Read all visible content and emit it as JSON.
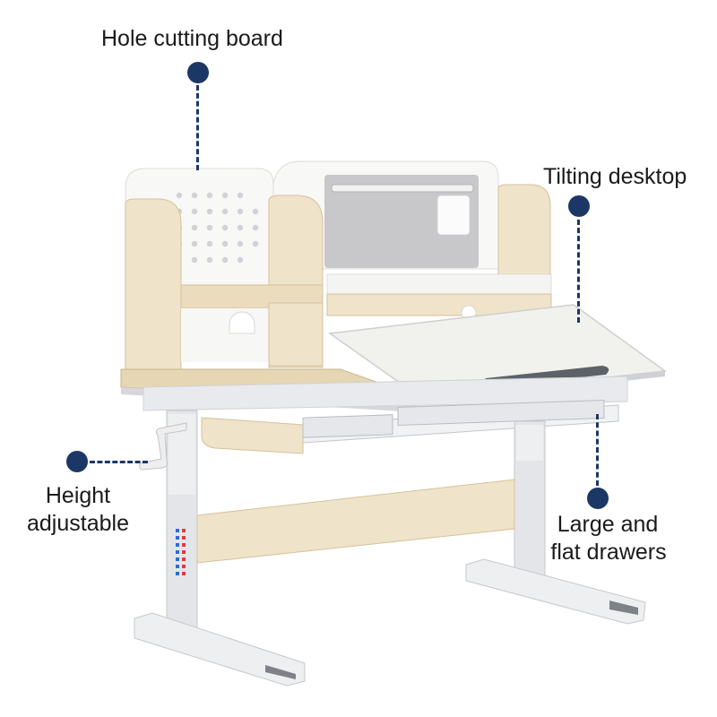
{
  "callouts": {
    "hole_board": "Hole cutting board",
    "tilting": "Tilting desktop",
    "height_line1": "Height",
    "height_line2": "adjustable",
    "drawers_line1": "Large and",
    "drawers_line2": "flat drawers"
  },
  "colors": {
    "accent": "#1b3766",
    "wood": "#efe3c9",
    "wood_dark": "#dccaa5",
    "white_panel": "#f7f7f5",
    "frame": "#e6e7ea",
    "felt": "#c9c9cb"
  },
  "icons": {
    "marker": "navy-dot",
    "connector": "dashed-line"
  }
}
